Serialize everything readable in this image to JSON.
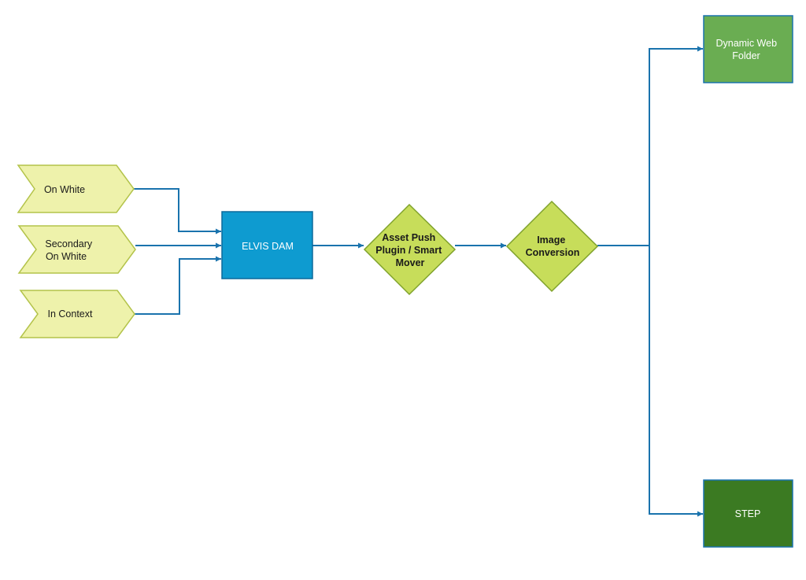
{
  "colors": {
    "connector": "#1a73ad",
    "input_fill": "#eef2ab",
    "input_stroke": "#b3c34a",
    "dam_fill": "#0e9bd0",
    "dam_stroke": "#0b6a9c",
    "process_fill": "#c7dd5a",
    "process_stroke": "#7fa22b",
    "web_fill": "#6aad52",
    "web_stroke": "#1a73ad",
    "step_fill": "#3b7a22",
    "step_stroke": "#1a73ad",
    "dark_text": "#1a1a1a",
    "light_text": "#ffffff"
  },
  "inputs": [
    {
      "lines": [
        "On White"
      ]
    },
    {
      "lines": [
        "Secondary",
        "On White"
      ]
    },
    {
      "lines": [
        "In Context"
      ]
    }
  ],
  "dam": {
    "label": "ELVIS DAM"
  },
  "asset_push": {
    "lines": [
      "Asset Push",
      "Plugin / Smart",
      "Mover"
    ]
  },
  "image_conversion": {
    "lines": [
      "Image",
      "Conversion"
    ]
  },
  "outputs": {
    "web": {
      "lines": [
        "Dynamic Web",
        "Folder"
      ]
    },
    "step": {
      "label": "STEP"
    }
  }
}
